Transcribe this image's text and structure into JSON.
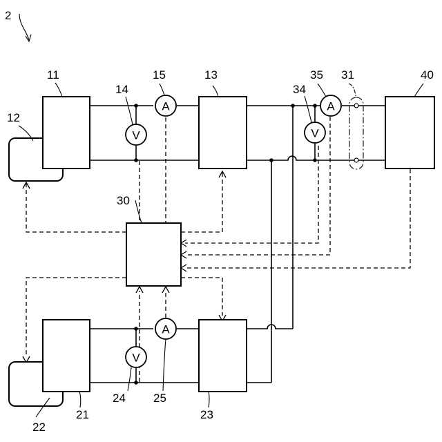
{
  "figure_label": "2",
  "blocks": {
    "b11": "11",
    "b12": "12",
    "b13": "13",
    "b21": "21",
    "b22": "22",
    "b23": "23",
    "b30": "30",
    "b40": "40"
  },
  "meters": {
    "m14": {
      "ref": "14",
      "symbol": "V"
    },
    "m15": {
      "ref": "15",
      "symbol": "A"
    },
    "m24": {
      "ref": "24",
      "symbol": "V"
    },
    "m25": {
      "ref": "25",
      "symbol": "A"
    },
    "m34": {
      "ref": "34",
      "symbol": "V"
    },
    "m35": {
      "ref": "35",
      "symbol": "A"
    }
  },
  "connector": {
    "ref": "31"
  }
}
